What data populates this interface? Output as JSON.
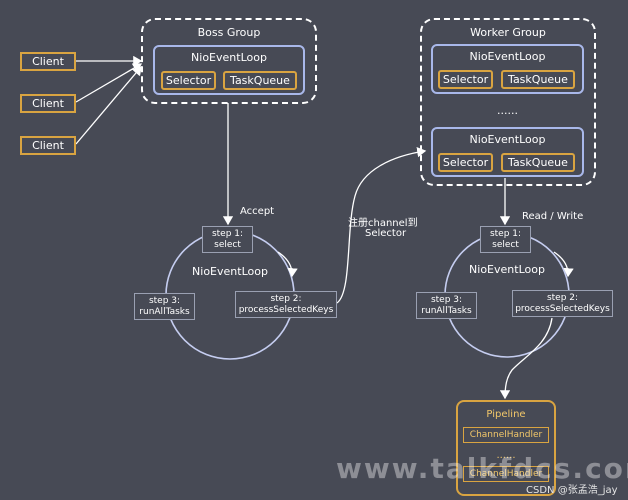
{
  "clients": [
    "Client",
    "Client",
    "Client"
  ],
  "boss_group": {
    "title": "Boss Group",
    "loop_title": "NioEventLoop",
    "selector": "Selector",
    "task_queue": "TaskQueue"
  },
  "worker_group": {
    "title": "Worker Group",
    "loop1_title": "NioEventLoop",
    "loop1_selector": "Selector",
    "loop1_task_queue": "TaskQueue",
    "ellipsis": "......",
    "loop2_title": "NioEventLoop",
    "loop2_selector": "Selector",
    "loop2_task_queue": "TaskQueue"
  },
  "labels": {
    "accept": "Accept",
    "register_line1": "注册channel到",
    "register_line2": "Selector",
    "read_write": "Read / Write"
  },
  "boss_cycle": {
    "title": "NioEventLoop",
    "step1_line1": "step 1:",
    "step1_line2": "select",
    "step2_line1": "step 2:",
    "step2_line2": "processSelectedKeys",
    "step3_line1": "step 3:",
    "step3_line2": "runAllTasks"
  },
  "worker_cycle": {
    "title": "NioEventLoop",
    "step1_line1": "step 1:",
    "step1_line2": "select",
    "step2_line1": "step 2:",
    "step2_line2": "processSelectedKeys",
    "step3_line1": "step 3:",
    "step3_line2": "runAllTasks"
  },
  "pipeline": {
    "title": "Pipeline",
    "handler1": "ChannelHandler",
    "ellipsis": "......",
    "handler2": "ChannelHandler"
  },
  "watermark": "www.talkfdcs.com",
  "credit": "CSDN @张孟浩_jay",
  "colors": {
    "background": "#474a55",
    "accent_orange": "#d9a441",
    "loop_border": "#a9b8ea",
    "cycle_circle": "#c5cdf0"
  }
}
